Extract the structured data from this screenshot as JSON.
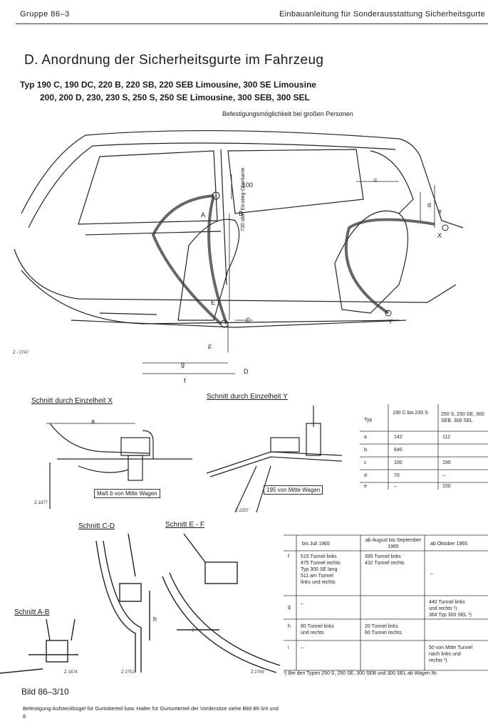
{
  "header": {
    "left": "Gruppe 86–3",
    "right": "Einbauanleitung für Sonderausstattung Sicherheitsgurte"
  },
  "title": "D. Anordnung der Sicherheitsgurte im Fahrzeug",
  "type_lines": [
    "Typ 190 C, 190 DC, 220 B, 220 SB, 220 SEB Limousine, 300 SE Limousine",
    "200, 200 D, 230, 230 S, 250 S, 250 SE Limousine, 300 SEB, 300 SEL"
  ],
  "main_diagram": {
    "top_label": "Befestigungsmöglichkeit bei großen Personen",
    "dimension_100": "100",
    "vertical_label": "730 über Einstieg-Oberkante",
    "letters": {
      "A": "A",
      "B": "B",
      "C": "C",
      "D": "D",
      "E": "E",
      "F": "F",
      "X": "X",
      "Y": "Y",
      "c": "c",
      "d": "d",
      "e": "e",
      "f": "f",
      "g": "g"
    },
    "code": "Z - 2747"
  },
  "section_x": {
    "title": "Schnitt durch Einzelheit X",
    "label_a": "a",
    "note": "Maß b von Mitte Wagen",
    "code": "Z-1877"
  },
  "section_y": {
    "title": "Schnitt durch Einzelheit Y",
    "note": "195 von Mitte Wagen",
    "code": "Z-2257"
  },
  "section_cd": {
    "title": "Schnitt C-D",
    "label_h": "h",
    "code": "Z 2751"
  },
  "section_ef": {
    "title": "Schnitt E - F",
    "label_i": "i",
    "code": "Z 2769"
  },
  "section_ab": {
    "title": "Schnitt A-B",
    "code": "Z 1874"
  },
  "table1": {
    "headers": [
      "Typ",
      "190 C bis 230 S",
      "250 S, 250 SE, 300 SEB, 300 SEL"
    ],
    "rows": [
      [
        "a",
        "142",
        "112"
      ],
      [
        "b",
        "640",
        ""
      ],
      [
        "c",
        "100",
        "190"
      ],
      [
        "d",
        "70",
        "–"
      ],
      [
        "e",
        "–",
        "150"
      ]
    ]
  },
  "table2": {
    "headers": [
      "",
      "bis Juli 1965",
      "ab August bis September 1965",
      "ab Oktober 1965"
    ],
    "rows": [
      [
        "f",
        "515 Tunnel links\n475 Tunnel rechts\nTyp 300 SE lang\n511 am Tunnel\nlinks und rechts",
        "395 Tunnel links\n432 Tunnel rechts",
        "–"
      ],
      [
        "g",
        "–",
        "",
        "440 Tunnel links\nund rechts ¹)\n364 Typ 300 SEL ¹)"
      ],
      [
        "h",
        "60 Tunnel links\nund rechts",
        "20 Tunnel links\n60 Tunnel rechts",
        ""
      ],
      [
        "i",
        "–",
        "",
        "50 von Mitte Tunnel\nnach links und\nrechts ¹)"
      ]
    ],
    "footnote": "¹) Bei den Typen 250 S, 250 SE, 300 SEB und 300 SEL ab Wagen Nr."
  },
  "figure": "Bild 86–3/10",
  "caption": "Befestigung Aufsteckbügel für Gurtoberteil bzw. Halter für Gurtunterteil der Vordersitze siehe Bild 86-3/4 und 8"
}
